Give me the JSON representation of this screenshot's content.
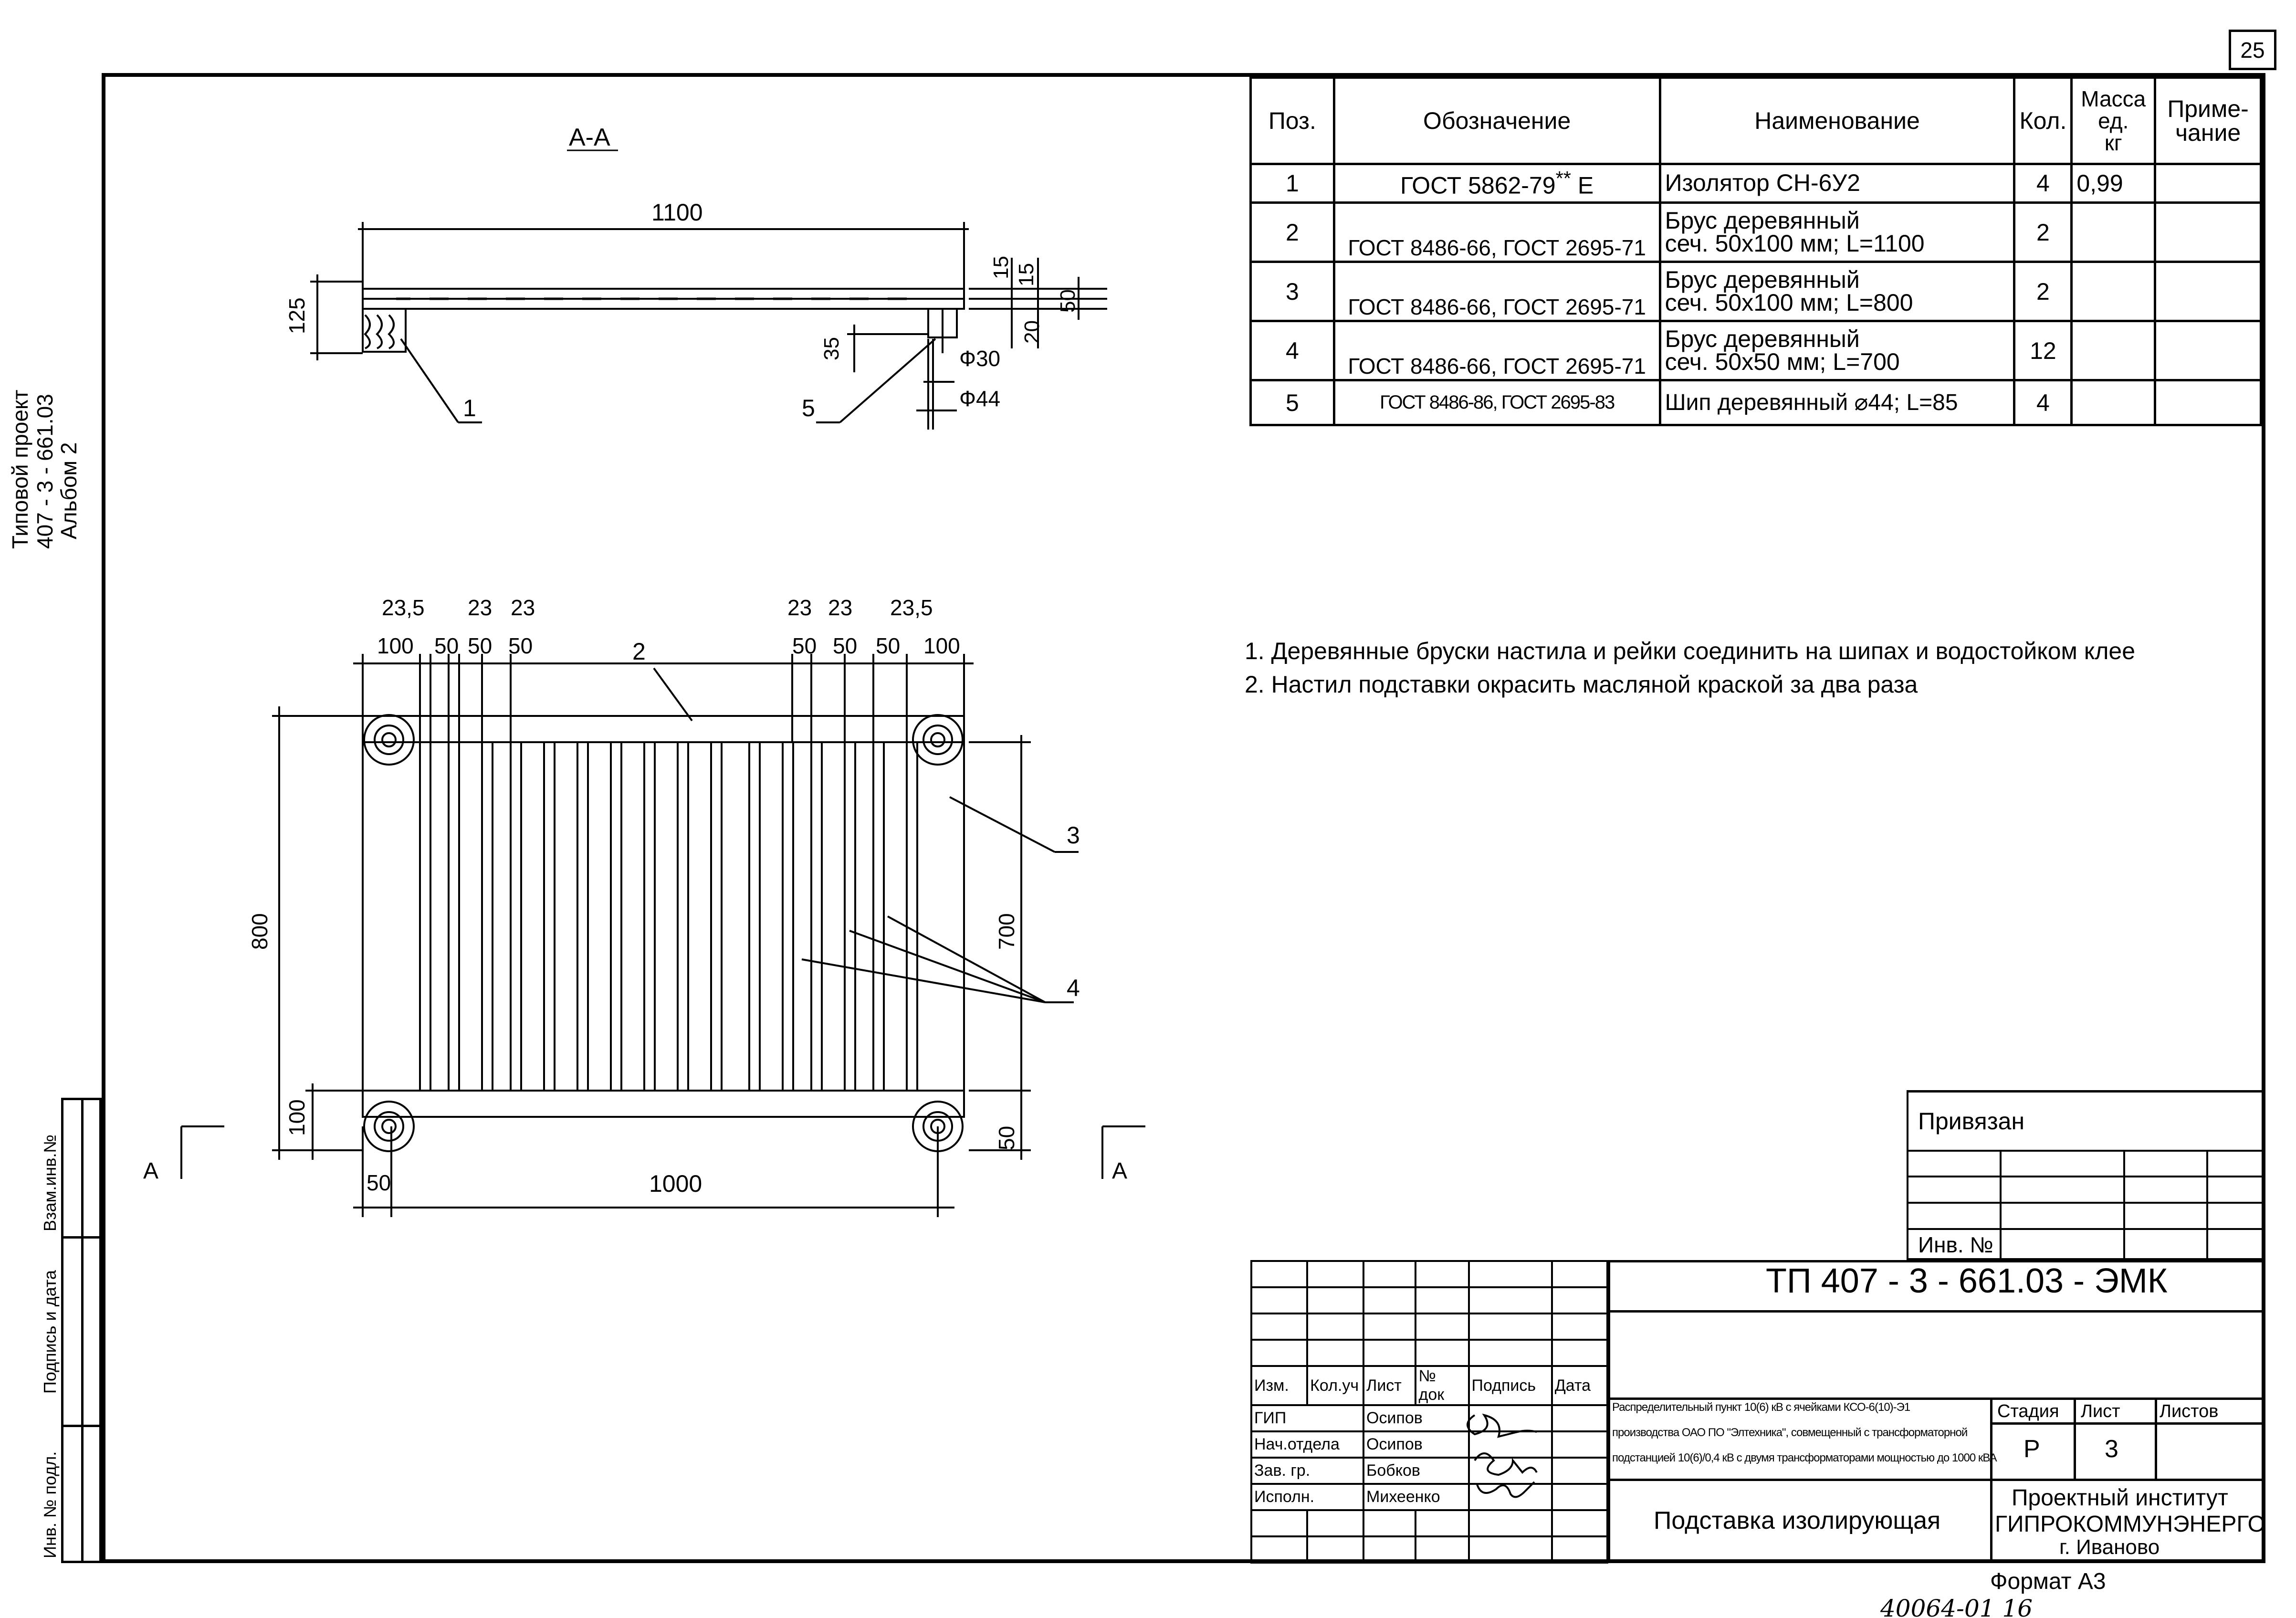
{
  "sheet_number": "25",
  "side_title": {
    "line1": "Типовой проект",
    "line2": "407 - 3 - 661.03",
    "line3": "Альбом   2"
  },
  "side_stamp": {
    "field1": "Взам.инв.№",
    "field2": "Подпись и дата",
    "field3": "Инв. № подл."
  },
  "drawing": {
    "section_label": "А-А",
    "section": {
      "dim_length": "1100",
      "dim_height": "125",
      "dim_15a": "15",
      "dim_15b": "15",
      "dim_50": "50",
      "dim_20": "20",
      "dim_35": "35",
      "dim_d30": "Ф30",
      "dim_d44": "Ф44",
      "callout_1": "1",
      "callout_5": "5"
    },
    "plan": {
      "top_dims_upper": [
        "23,5",
        "23",
        "23",
        "23",
        "23",
        "23,5"
      ],
      "top_dims_lower": [
        "100",
        "50",
        "50",
        "50",
        "50",
        "50",
        "100"
      ],
      "dim_800": "800",
      "dim_700": "700",
      "dim_100": "100",
      "dim_50_left": "50",
      "dim_50_right": "50",
      "dim_1000": "1000",
      "callout_2": "2",
      "callout_3": "3",
      "callout_4": "4",
      "section_mark_left": "А",
      "section_mark_right": "А"
    }
  },
  "spec_table": {
    "headers": {
      "pos": "Поз.",
      "designation": "Обозначение",
      "name": "Наименование",
      "qty": "Кол.",
      "mass_1": "Масса",
      "mass_2": "ед.",
      "mass_3": "кг",
      "note_1": "Приме-",
      "note_2": "чание"
    },
    "rows": [
      {
        "pos": "1",
        "designation": "ГОСТ 5862-79",
        "designation_sup": "**",
        "designation_suffix": "Е",
        "name_1": "Изолятор СН-6У2",
        "name_2": "",
        "qty": "4",
        "mass": "0,99",
        "note": ""
      },
      {
        "pos": "2",
        "designation": "ГОСТ 8486-66, ГОСТ 2695-71",
        "designation_sup": "",
        "designation_suffix": "",
        "name_1": "Брус деревянный",
        "name_2": "сеч. 50х100 мм; L=1100",
        "qty": "2",
        "mass": "",
        "note": ""
      },
      {
        "pos": "3",
        "designation": "ГОСТ 8486-66, ГОСТ 2695-71",
        "designation_sup": "",
        "designation_suffix": "",
        "name_1": "Брус деревянный",
        "name_2": "сеч. 50х100 мм; L=800",
        "qty": "2",
        "mass": "",
        "note": ""
      },
      {
        "pos": "4",
        "designation": "ГОСТ 8486-66, ГОСТ 2695-71",
        "designation_sup": "",
        "designation_suffix": "",
        "name_1": "Брус деревянный",
        "name_2": "сеч. 50х50 мм; L=700",
        "qty": "12",
        "mass": "",
        "note": ""
      },
      {
        "pos": "5",
        "designation": "ГОСТ 8486-86, ГОСТ 2695-83",
        "designation_sup": "",
        "designation_suffix": "",
        "name_1": "Шип деревянный ⌀44; L=85",
        "name_2": "",
        "qty": "4",
        "mass": "",
        "note": ""
      }
    ]
  },
  "notes": [
    "1. Деревянные бруски настила и рейки соединить на шипах и водостойком клее",
    "2. Настил подставки окрасить масляной краской за два раза"
  ],
  "title_block": {
    "privyazan": "Привязан",
    "inv_no": "Инв. №",
    "doc_code": "ТП 407 - 3 - 661.03 - ЭМК",
    "col_headers": [
      "Изм.",
      "Кол.уч",
      "Лист",
      "№ док",
      "Подпись",
      "Дата"
    ],
    "roles": [
      {
        "role": "ГИП",
        "name": "Осипов"
      },
      {
        "role": "Нач.отдела",
        "name": "Осипов"
      },
      {
        "role": "Зав. гр.",
        "name": "Бобков"
      },
      {
        "role": "Исполн.",
        "name": "Михеенко"
      }
    ],
    "project_desc_1": "Распределительный пункт 10(6) кВ с ячейками КСО-6(10)-Э1",
    "project_desc_2": "производства ОАО ПО \"Элтехника\", совмещенный с трансформаторной",
    "project_desc_3": "подстанцией 10(6)/0,4 кВ с двумя трансформаторами мощностью до 1000 кВА",
    "stage_label": "Стадия",
    "sheet_label": "Лист",
    "sheets_label": "Листов",
    "stage": "Р",
    "sheet": "3",
    "sheets": "",
    "drawing_name": "Подставка изолирующая",
    "org_1": "Проектный институт",
    "org_2": "ГИПРОКОММУНЭНЕРГО",
    "org_3": "г. Иваново",
    "format": "Формат А3",
    "handwritten": "40064-01    16"
  }
}
